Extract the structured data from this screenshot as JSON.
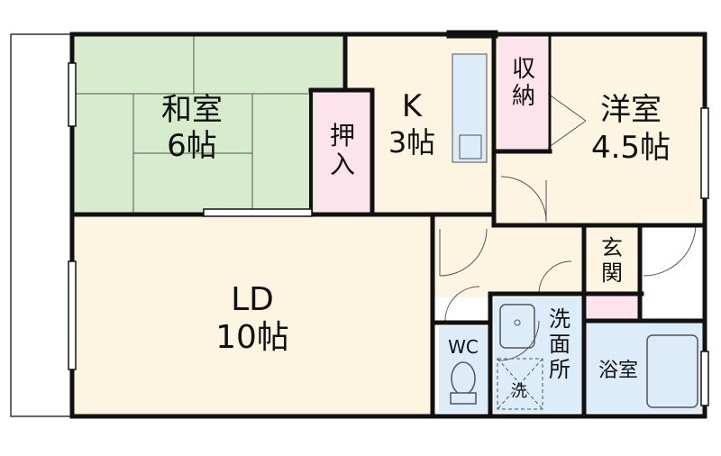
{
  "plan": {
    "colors": {
      "wall": "#111111",
      "tatami": "#d7ebcd",
      "floor": "#fdf5e2",
      "storage": "#fde3ec",
      "wet": "#dcecf8",
      "balcony": "#ffffff"
    },
    "rooms": {
      "washitsu": {
        "name": "和室",
        "size": "6帖"
      },
      "k": {
        "name": "K",
        "size": "3帖"
      },
      "youshitsu": {
        "name": "洋室",
        "size": "4.5帖"
      },
      "ld": {
        "name": "LD",
        "size": "10帖"
      }
    },
    "labels": {
      "oshiire": "押入",
      "shuno": "収納",
      "genkan": "玄関",
      "wc": "WC",
      "senmenjo": "洗面所",
      "yokushitsu": "浴室",
      "sentakuki": "洗"
    }
  }
}
